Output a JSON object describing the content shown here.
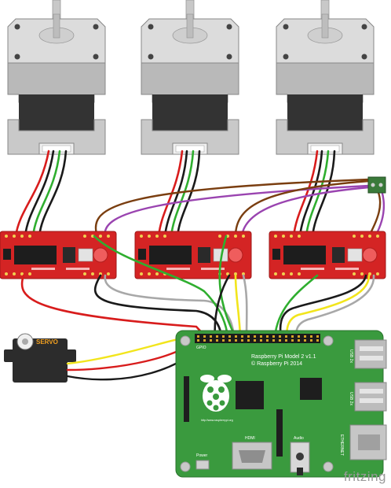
{
  "pi": {
    "title": "Raspberry Pi Model 2 v1.1",
    "copyright": "© Raspberry Pi 2014",
    "gpio": "GPIO",
    "hdmi": "HDMI",
    "audio": "Audio",
    "power": "Power",
    "ethernet": "ETHERNET",
    "usb": [
      "USB 2x",
      "USB 2x"
    ],
    "url": "http://www.raspberrypi.org"
  },
  "servo_label": "SERVO",
  "watermark": "fritzing",
  "colors": {
    "pcb_green": "#3a9a3e",
    "driver_red": "#d42424",
    "motor_dark": "#333333",
    "wire_red": "#d81c1c",
    "wire_black": "#1a1a1a",
    "wire_brown": "#7a3e10",
    "wire_purple": "#9a44b0",
    "wire_yellow": "#f2e51c",
    "wire_green": "#2fae2f",
    "wire_gray": "#a8a8a8"
  }
}
